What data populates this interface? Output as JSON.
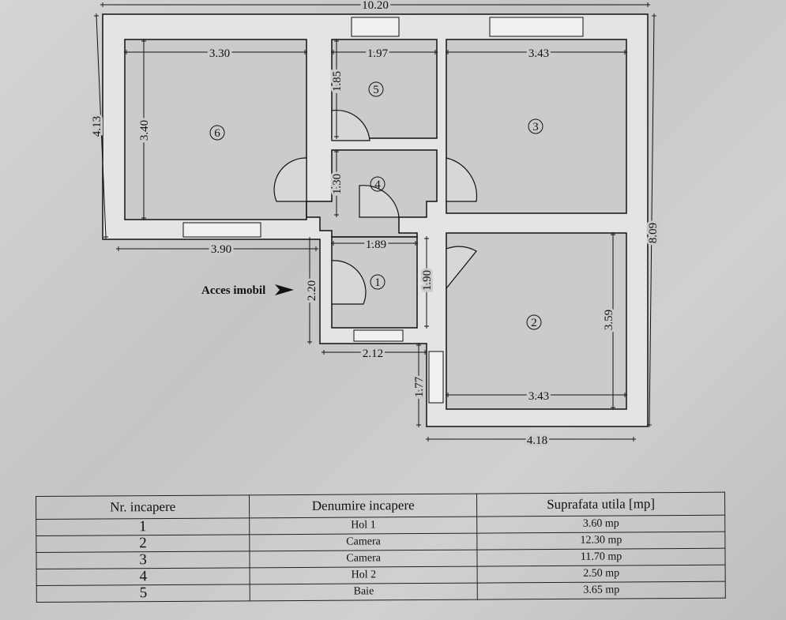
{
  "plan": {
    "dimensions": {
      "overall_width": "10.20",
      "room6_width": "3.30",
      "room5_width": "1.97",
      "room3_width": "3.43",
      "left_height": "4.13",
      "room6_height": "3.40",
      "room5_height": "1.85",
      "hall2_height": "1.30",
      "overall_height": "8.09",
      "left_bottom_width": "3.90",
      "room1_width": "1.89",
      "room1_height": "1.90",
      "entry_height": "2.20",
      "room2_height": "3.59",
      "bottom_width_room1": "2.12",
      "bottom_step": "1.77",
      "room2_width": "3.43",
      "bottom_width_room2": "4.18"
    },
    "room_numbers": [
      "1",
      "2",
      "3",
      "4",
      "5",
      "6"
    ],
    "entrance_label": "Acces imobil",
    "wall_color": "#e4e4e4",
    "line_color": "#111111"
  },
  "table": {
    "headers": [
      "Nr. incapere",
      "Denumire incapere",
      "Suprafata utila [mp]"
    ],
    "rows": [
      {
        "nr": "1",
        "name": "Hol 1",
        "area": "3.60 mp"
      },
      {
        "nr": "2",
        "name": "Camera",
        "area": "12.30 mp"
      },
      {
        "nr": "3",
        "name": "Camera",
        "area": "11.70 mp"
      },
      {
        "nr": "4",
        "name": "Hol 2",
        "area": "2.50 mp"
      },
      {
        "nr": "5",
        "name": "Baie",
        "area": "3.65 mp"
      }
    ]
  }
}
